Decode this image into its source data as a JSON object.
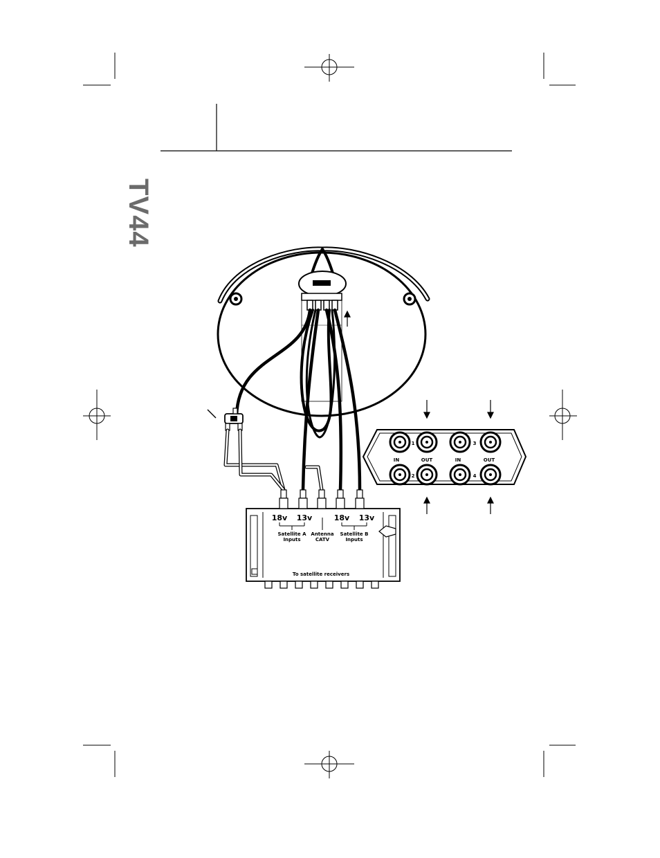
{
  "side_label": "TV44",
  "multiswitch": {
    "label_18v_a": "18v",
    "label_13v_a": "13v",
    "label_18v_b": "18v",
    "label_13v_b": "13v",
    "sat_a_line1": "Satellite A",
    "sat_a_line2": "Inputs",
    "antenna_line1": "Antenna",
    "antenna_line2": "CATV",
    "sat_b_line1": "Satellite B",
    "sat_b_line2": "Inputs",
    "receivers_label": "To satellite receivers"
  },
  "splitter_box": {
    "in_left": "IN",
    "out_left": "OUT",
    "in_right": "IN",
    "out_right": "OUT",
    "num_1": "1",
    "num_2": "2",
    "num_3": "3",
    "num_4": "4"
  }
}
